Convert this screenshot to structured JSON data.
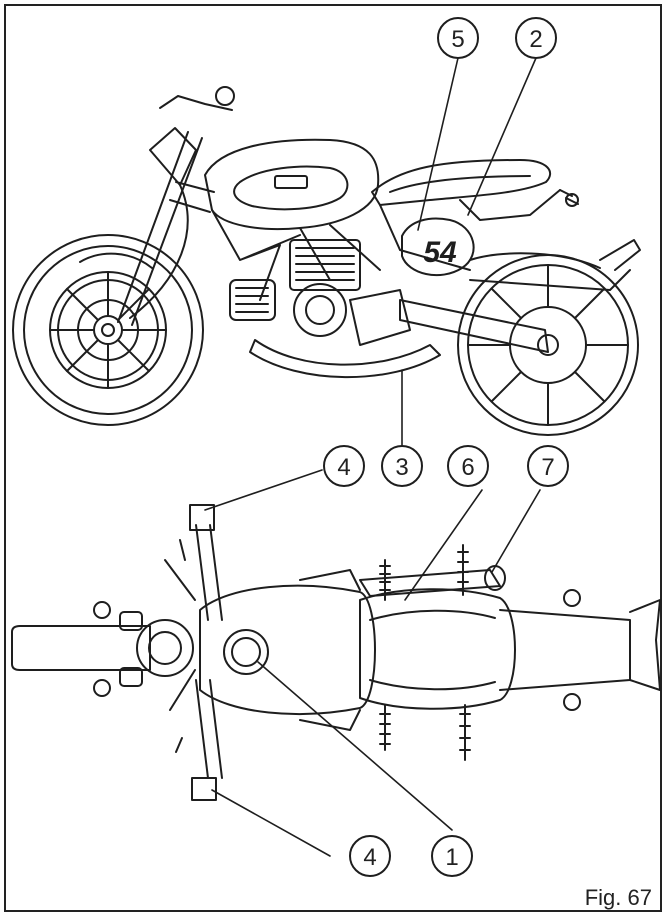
{
  "figure": {
    "caption": "Fig. 67",
    "race_number": "54",
    "callouts": [
      {
        "id": "callout-5",
        "label": "5"
      },
      {
        "id": "callout-2",
        "label": "2"
      },
      {
        "id": "callout-3",
        "label": "3"
      },
      {
        "id": "callout-4-top",
        "label": "4"
      },
      {
        "id": "callout-6",
        "label": "6"
      },
      {
        "id": "callout-7",
        "label": "7"
      },
      {
        "id": "callout-4-bottom",
        "label": "4"
      },
      {
        "id": "callout-1",
        "label": "1"
      }
    ]
  },
  "colors": {
    "line": "#1e1e1e",
    "background": "#ffffff"
  }
}
